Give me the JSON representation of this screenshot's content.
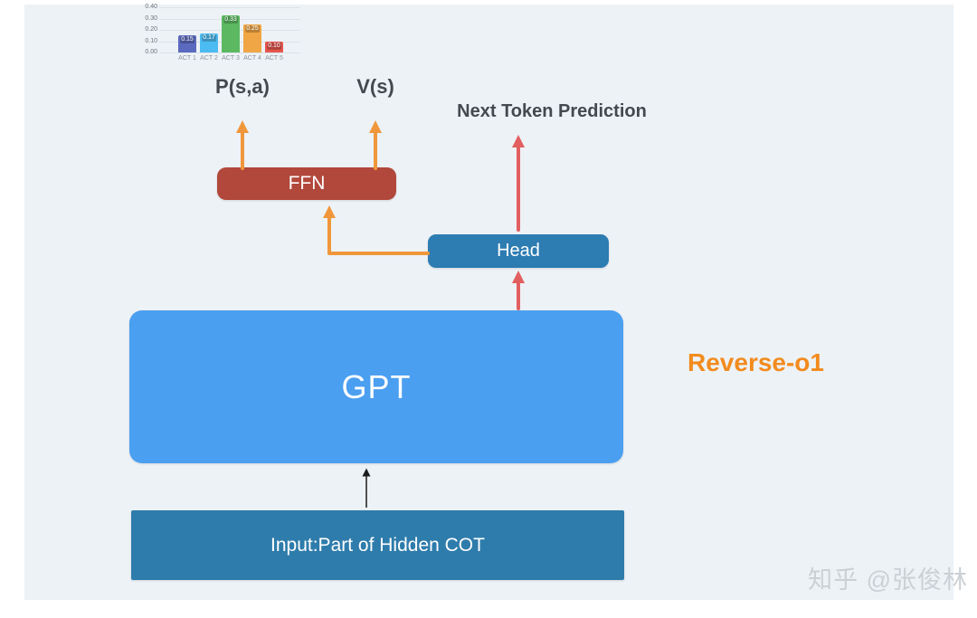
{
  "chart_data": {
    "type": "bar",
    "title": "",
    "xlabel": "",
    "ylabel": "",
    "categories": [
      "ACT 1",
      "ACT 2",
      "ACT 3",
      "ACT 4",
      "ACT 5"
    ],
    "values": [
      0.15,
      0.17,
      0.33,
      0.25,
      0.1
    ],
    "value_labels": [
      "0.15",
      "0.17",
      "0.33",
      "0.25",
      "0.10"
    ],
    "bar_colors": [
      "#5b6abf",
      "#4cbbf2",
      "#5cb961",
      "#f0a644",
      "#e5564d"
    ],
    "ylim": [
      0,
      0.4
    ],
    "yticks": [
      "0.40",
      "0.30",
      "0.20",
      "0.10",
      "0.00"
    ],
    "grid": true,
    "legend": false
  },
  "labels": {
    "p_sa": "P(s,a)",
    "v_s": "V(s)",
    "next_token_prediction": "Next Token Prediction",
    "reverse_o1": "Reverse-o1"
  },
  "blocks": {
    "ffn": {
      "label": "FFN",
      "color": "#b2473b"
    },
    "head": {
      "label": "Head",
      "color": "#2d7cb2"
    },
    "gpt": {
      "label": "GPT",
      "color": "#4b9ff0"
    },
    "input": {
      "label": "Input:Part of Hidden COT",
      "color": "#2e7cab"
    }
  },
  "watermark": {
    "text": "知乎 @张俊林"
  },
  "colors": {
    "page_bg": "#ffffff",
    "slide_bg": "#edf2f6",
    "heading_text": "#43494f",
    "reverse_o1": "#f28b1e",
    "watermark": "#cbd0d5",
    "arrow_orange": "#f0973c",
    "arrow_red": "#e25f5f",
    "arrow_black": "#1c1c1c"
  }
}
